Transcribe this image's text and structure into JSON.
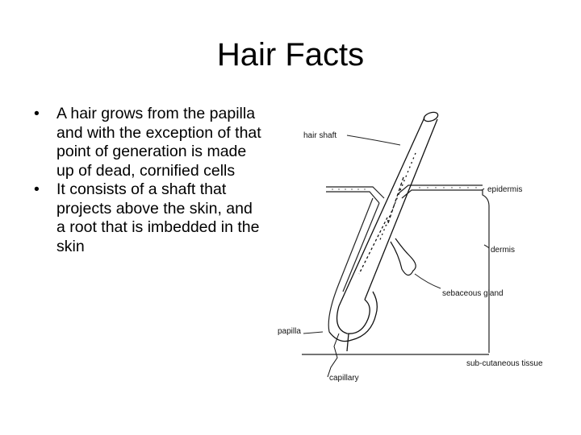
{
  "slide": {
    "title": "Hair Facts",
    "bullets": [
      "A hair grows from the papilla and with the exception of that point of generation is made up of dead, cornified cells",
      "It consists of a shaft that projects above the skin, and a root that is imbedded in the skin"
    ],
    "bullet_symbol": "•"
  },
  "diagram": {
    "labels": {
      "hair_shaft": "hair  shaft",
      "epidermis": "epidermis",
      "dermis": "dermis",
      "sebaceous_gland": "sebaceous  gland",
      "papilla": "papilla",
      "sub_cutaneous_tissue": "sub-cutaneous  tissue",
      "capillary": "capillary"
    }
  }
}
